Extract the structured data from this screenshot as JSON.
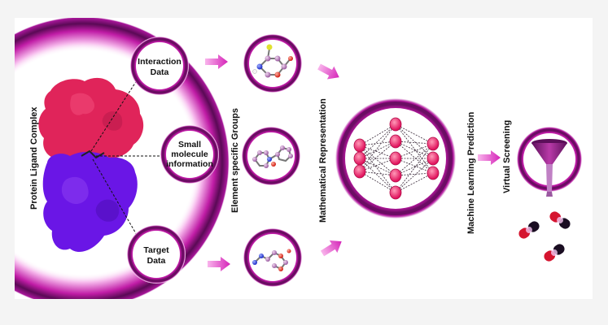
{
  "labels": {
    "protein_ligand_complex": "Protein Ligand Complex",
    "interaction_data": [
      "Interaction",
      "Data"
    ],
    "small_molecule": [
      "Small",
      "molecule",
      "information"
    ],
    "target_data": [
      "Target",
      "Data"
    ],
    "element_specific_groups": "Element specific Groups",
    "mathematical_representation": "Mathematical Representation",
    "machine_learning_prediction": "Machine  Learning Prediction",
    "virtual_screening": "Virtual Screening"
  },
  "icons": {
    "protein": "protein-surface-icon",
    "molecule": "molecule-ball-stick-icon",
    "network": "neural-network-icon",
    "funnel": "funnel-icon",
    "capsule": "capsule-icon",
    "arrow": "pink-arrow-icon"
  },
  "colors": {
    "ring_outer": "#6b0d63",
    "ring_mid": "#b0179c",
    "ring_glow": "#e8a6dd",
    "arrow": "#e040c8",
    "protein_top": "#e0245a",
    "protein_bottom": "#6a16e6",
    "node": "#ff2a78",
    "funnel": "#8a1a86",
    "capsule_red": "#d5142f",
    "capsule_dark": "#1a0d22"
  }
}
